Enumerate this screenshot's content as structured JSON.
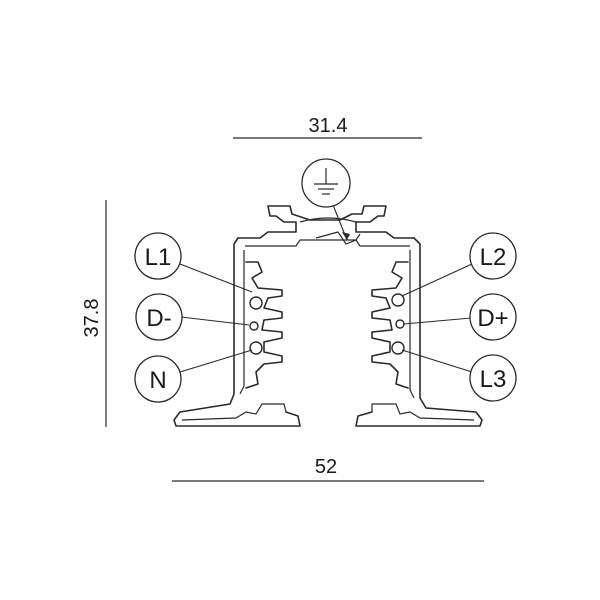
{
  "dimensions": {
    "top_width": "31.4",
    "height": "37.8",
    "bottom_width": "52"
  },
  "labels": {
    "l1": "L1",
    "d_minus": "D-",
    "n": "N",
    "l2": "L2",
    "d_plus": "D+",
    "l3": "L3",
    "earth_icon": "earth-ground-icon"
  },
  "colors": {
    "line": "#2a2a2a",
    "background": "#ffffff"
  }
}
